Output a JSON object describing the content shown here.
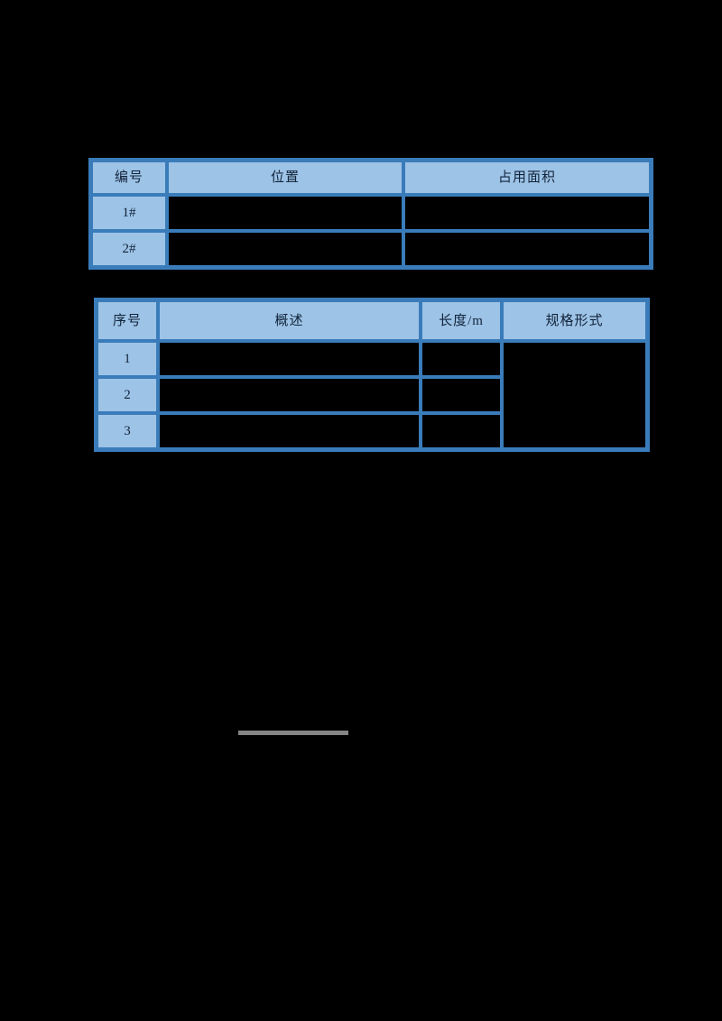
{
  "page": {
    "background_color": "#000000",
    "table_border_color": "#3a7cba",
    "header_fill_color": "#9dc3e6",
    "header_text_color": "#11233a",
    "redacted_cell_color": "#000000"
  },
  "table_occupancy": {
    "columns": [
      "编号",
      "位置",
      "占用面积"
    ],
    "rows": [
      {
        "index": "1#",
        "position": "",
        "area": ""
      },
      {
        "index": "2#",
        "position": "",
        "area": ""
      }
    ]
  },
  "caption_under_table_1": {
    "text": ""
  },
  "table_spec": {
    "columns": [
      "序号",
      "概述",
      "长度/m",
      "规格形式"
    ],
    "rows": [
      {
        "index": "1",
        "summary": "",
        "length": "",
        "spec": ""
      },
      {
        "index": "2",
        "summary": "",
        "length": ""
      },
      {
        "index": "3",
        "summary": "",
        "length": ""
      }
    ],
    "spec_column_merged_rows": 3
  },
  "footer_mark": {
    "text": ""
  }
}
